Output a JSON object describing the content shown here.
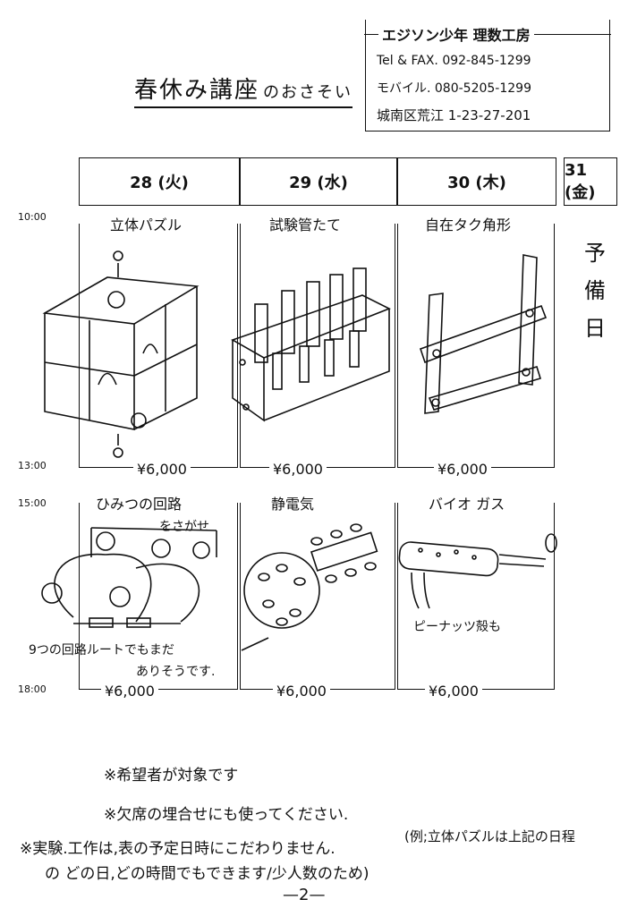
{
  "title": {
    "main": "春休み講座",
    "suffix": "のおさそい"
  },
  "contact": {
    "name": "エジソン少年 理数工房",
    "tel": "Tel & FAX. 092-845-1299",
    "mobile": "モバイル. 080-5205-1299",
    "address": "城南区荒江 1-23-27-201"
  },
  "days": [
    {
      "label": "28 (火)"
    },
    {
      "label": "29 (水)"
    },
    {
      "label": "30 (木)"
    },
    {
      "label": "31 (金)"
    }
  ],
  "times": {
    "t1": "10:00",
    "t2": "13:00",
    "t3": "15:00",
    "t4": "18:00"
  },
  "sessions": {
    "am": [
      {
        "title": "立体パズル",
        "price": "¥6,000"
      },
      {
        "title": "試験管たて",
        "price": "¥6,000"
      },
      {
        "title": "自在タク角形",
        "price": "¥6,000"
      }
    ],
    "pm": [
      {
        "title": "ひみつの回路",
        "subtitle": "をさがせ",
        "note1": "9つの回路ルートでもまだ",
        "note2": "ありそうです.",
        "price": "¥6,000"
      },
      {
        "title": "静電気",
        "price": "¥6,000"
      },
      {
        "title": "バイオ ガス",
        "note": "ピーナッツ殻も",
        "price": "¥6,000"
      }
    ]
  },
  "reserve_day": [
    "予",
    "備",
    "日"
  ],
  "notes": {
    "n1": "※希望者が対象です",
    "n2": "※欠席の埋合せにも使ってください.",
    "n3": "※実験.工作は,表の予定日時にこだわりません.",
    "n4": "の どの日,どの時間でもできます/少人数のため)",
    "n5": "(例;立体パズルは上記の日程"
  },
  "page_number": "—2—"
}
